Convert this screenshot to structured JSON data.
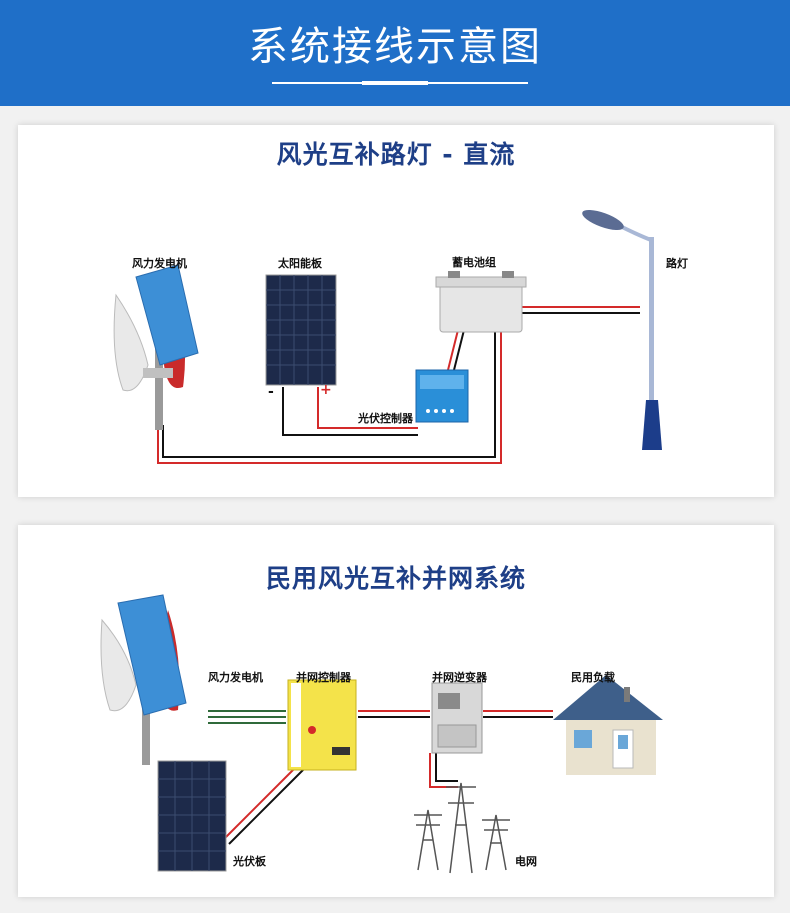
{
  "header": {
    "title": "系统接线示意图"
  },
  "panel1": {
    "title": "风光互补路灯 - 直流",
    "labels": {
      "wind_turbine": "风力发电机",
      "solar_panel": "太阳能板",
      "battery": "蓄电池组",
      "street_light": "路灯",
      "controller": "光伏控制器",
      "minus": "-",
      "plus": "+"
    }
  },
  "panel2": {
    "title": "民用风光互补并网系统",
    "labels": {
      "wind_turbine": "风力发电机",
      "grid_controller": "并网控制器",
      "grid_inverter": "并网逆变器",
      "home_load": "民用负载",
      "pv_panel": "光伏板",
      "power_grid": "电网"
    }
  },
  "colors": {
    "banner": "#1f6fc8",
    "title": "#1e3f87",
    "wire_red": "#d42a2a",
    "wire_black": "#111111",
    "wire_green": "#2f6a3a"
  }
}
